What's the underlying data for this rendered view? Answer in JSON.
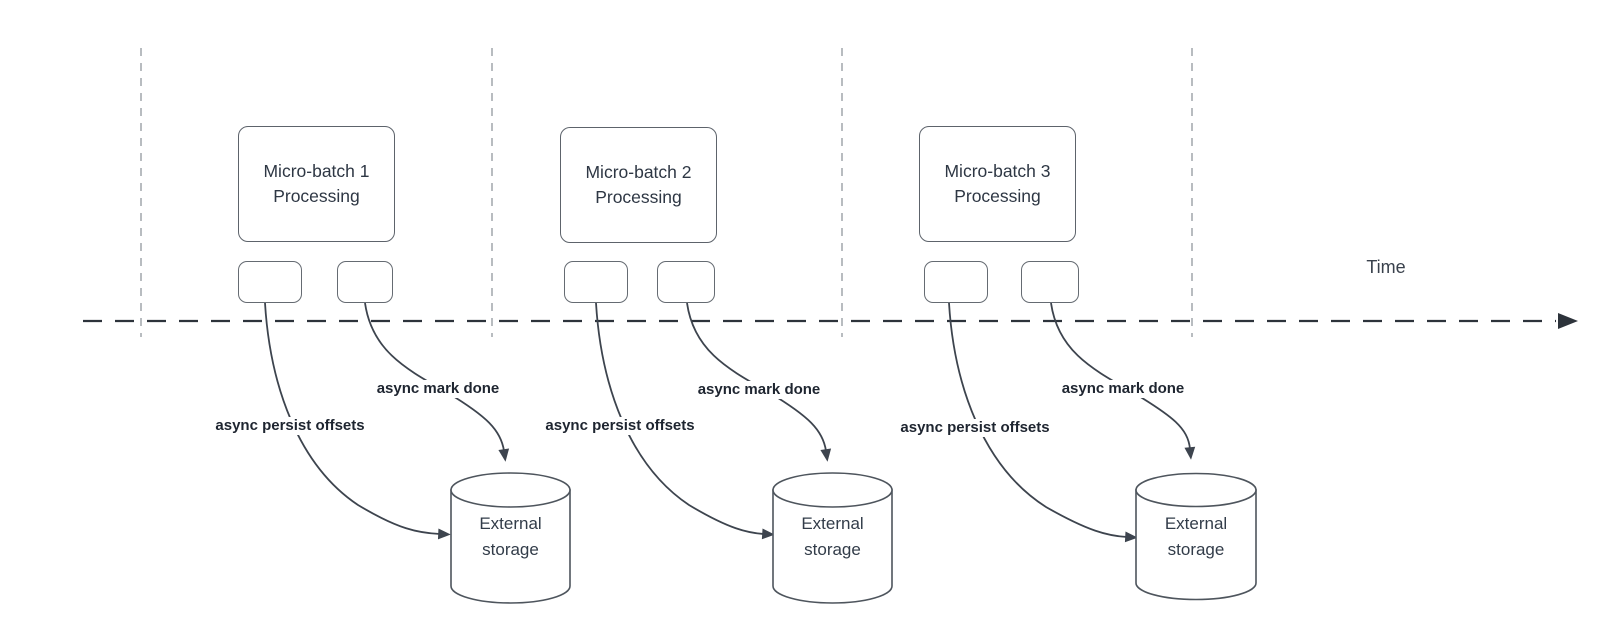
{
  "timeline": {
    "label": "Time"
  },
  "groups": [
    {
      "title": "Micro-batch 1\nProcessing",
      "persist_label": "async persist offsets",
      "mark_done_label": "async mark done",
      "storage_label": "External\nstorage"
    },
    {
      "title": "Micro-batch 2\nProcessing",
      "persist_label": "async persist offsets",
      "mark_done_label": "async mark done",
      "storage_label": "External\nstorage"
    },
    {
      "title": "Micro-batch 3\nProcessing",
      "persist_label": "async persist offsets",
      "mark_done_label": "async mark done",
      "storage_label": "External\nstorage"
    }
  ]
}
